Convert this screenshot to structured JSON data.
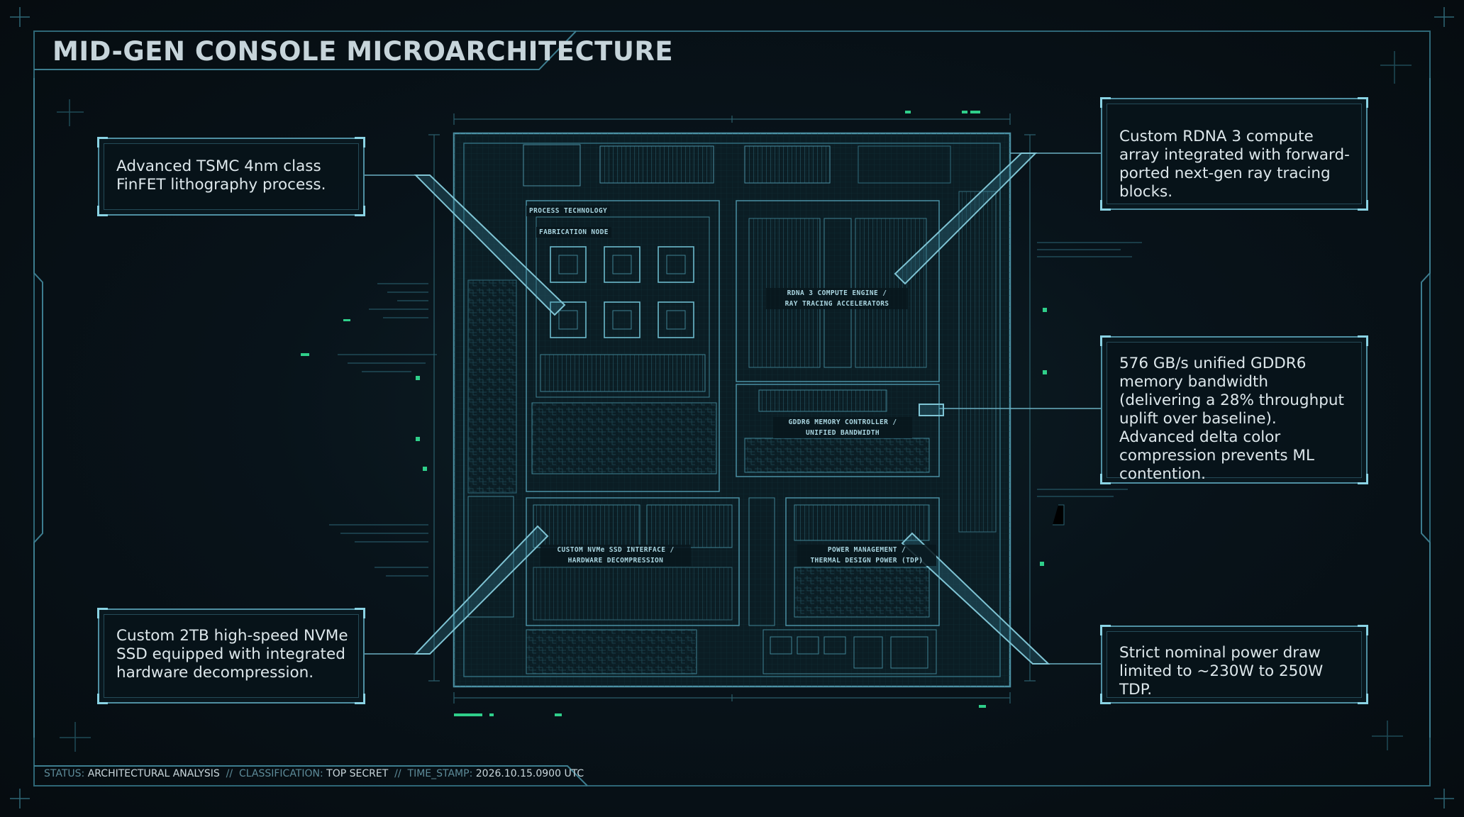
{
  "title": "MID-GEN CONSOLE MICROARCHITECTURE",
  "callouts": {
    "process": "Advanced TSMC 4nm class FinFET lithography process.",
    "compute": "Custom RDNA 3 compute array integrated with forward-ported next-gen ray tracing blocks.",
    "memory": "576 GB/s unified GDDR6 memory bandwidth (delivering a 28% throughput uplift over baseline). Advanced delta color compression prevents ML contention.",
    "storage": "Custom 2TB high-speed NVMe SSD equipped with integrated hardware decompression.",
    "power": "Strict nominal power draw limited to ~230W to 250W TDP."
  },
  "chip_labels": {
    "process_technology": "PROCESS TECHNOLOGY",
    "fabrication_node": "FABRICATION NODE",
    "compute_line1": "RDNA 3 COMPUTE ENGINE /",
    "compute_line2": "RAY TRACING ACCELERATORS",
    "memory_line1": "GDDR6 MEMORY CONTROLLER /",
    "memory_line2": "UNIFIED BANDWIDTH",
    "storage_line1": "CUSTOM NVMe SSD INTERFACE /",
    "storage_line2": "HARDWARE DECOMPRESSION",
    "power_line1": "POWER MANAGEMENT /",
    "power_line2": "THERMAL DESIGN POWER (TDP)"
  },
  "status_bar": {
    "status_key": "STATUS:",
    "status_value": "ARCHITECTURAL ANALYSIS",
    "classification_key": "CLASSIFICATION:",
    "classification_value": "TOP SECRET",
    "timestamp_key": "TIME_STAMP:",
    "timestamp_value": "2026.10.15.0900 UTC",
    "separator": "//"
  },
  "colors": {
    "background": "#070e12",
    "line": "#4f8fa2",
    "highlight": "#8ad3e4",
    "text": "#dde7eb",
    "accent_green": "#2fcf8a"
  }
}
